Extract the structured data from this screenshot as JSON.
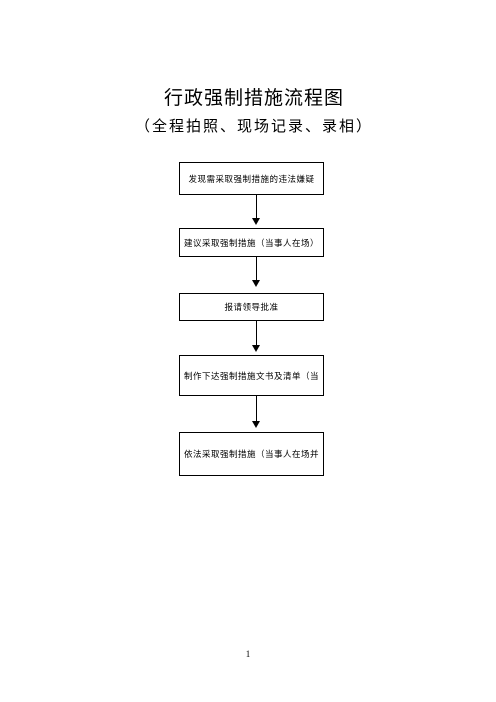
{
  "title": "行政强制措施流程图",
  "subtitle": "（全程拍照、现场记录、录相）",
  "steps": [
    {
      "label": "发现需采取强制措施的违法嫌疑"
    },
    {
      "label": "建议采取强制措施（当事人在场）"
    },
    {
      "label": "报请领导批准"
    },
    {
      "label": "制作下达强制措施文书及清单（当"
    },
    {
      "label": "依法采取强制措施（当事人在场并"
    }
  ],
  "page_number": "1"
}
